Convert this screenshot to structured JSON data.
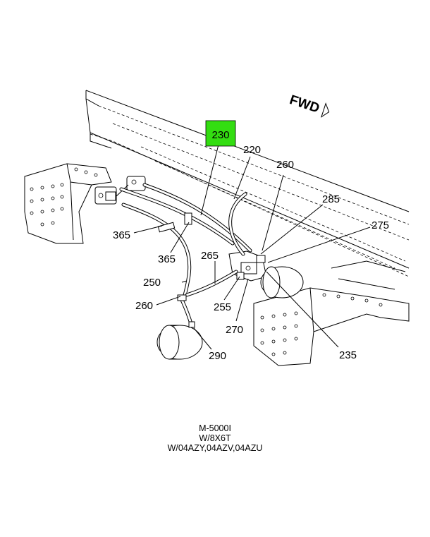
{
  "direction_marker": "FWD",
  "highlight_color": "#33dd11",
  "callouts": {
    "c230": "230",
    "c220": "220",
    "c260a": "260",
    "c285": "285",
    "c275": "275",
    "c365a": "365",
    "c365b": "365",
    "c265": "265",
    "c250": "250",
    "c260b": "260",
    "c255": "255",
    "c270": "270",
    "c235": "235",
    "c290": "290"
  },
  "caption": {
    "line1": "M-5000I",
    "line2": "W/8X6T",
    "line3": "W/04AZY,04AZV,04AZU"
  }
}
